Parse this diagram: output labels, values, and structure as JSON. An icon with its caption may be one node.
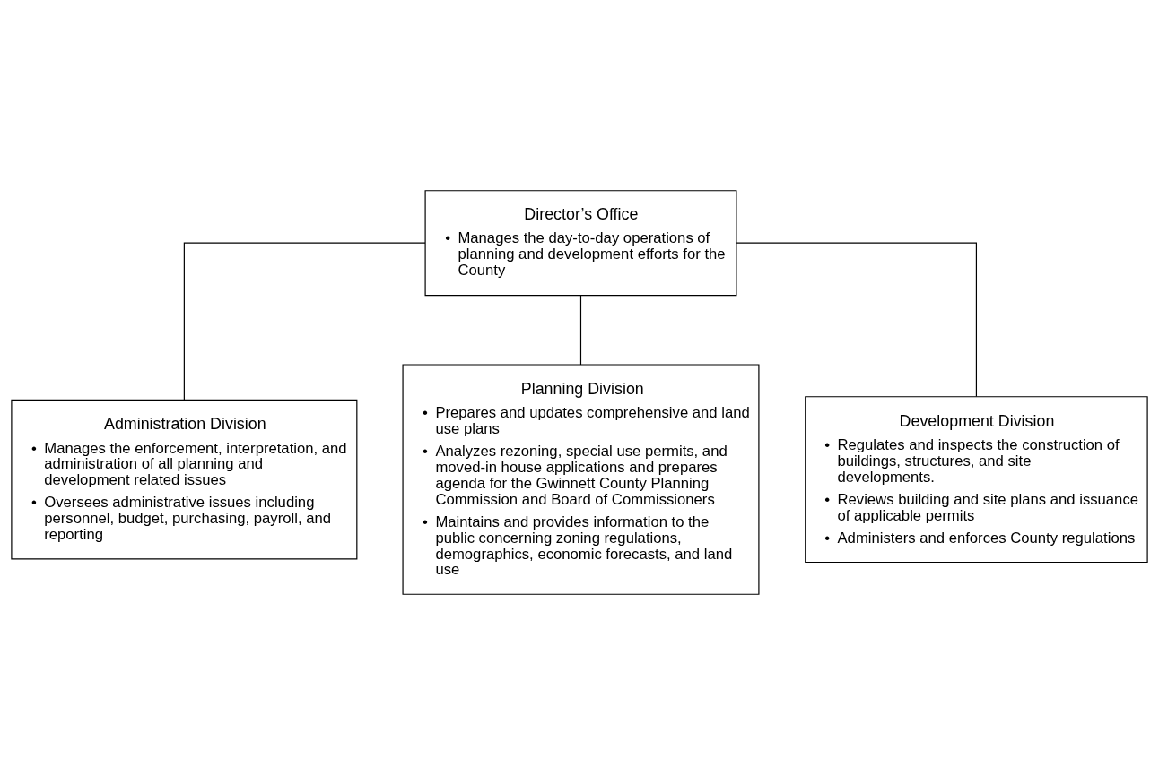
{
  "diagram": {
    "nodes": [
      {
        "text": [
          "Director’s Office",
          "• Manages the day-to-day operations of planning and development efforts for the County"
        ]
      },
      {
        "text": [
          "Administration Division",
          "• Manages the enforcement, interpretation, and administration of all planning and development related issues",
          "• Oversees administrative issues including personnel, budget, purchasing, payroll, and reporting"
        ]
      },
      {
        "text": [
          "Planning Division",
          "• Prepares and updates comprehensive and land use plans",
          "• Analyzes rezoning, special use permits, and moved-in house applications and prepares agenda for the Gwinnett County Planning Commission and Board of Commissioners",
          "• Maintains and provides information to the public concerning zoning regulations, demographics, economic forecasts, and land use"
        ]
      },
      {
        "text": [
          "Development Division",
          "• Regulates and inspects the construction of buildings, structures, and site developments.",
          "• Reviews building and site plans and issuance of applicable permits",
          "• Administers and enforces County regulations"
        ]
      }
    ],
    "edges": [
      {
        "from": 0,
        "to": 1,
        "arrow": "none"
      },
      {
        "from": 0,
        "to": 2,
        "arrow": "none"
      },
      {
        "from": 0,
        "to": 3,
        "arrow": "none"
      }
    ]
  }
}
